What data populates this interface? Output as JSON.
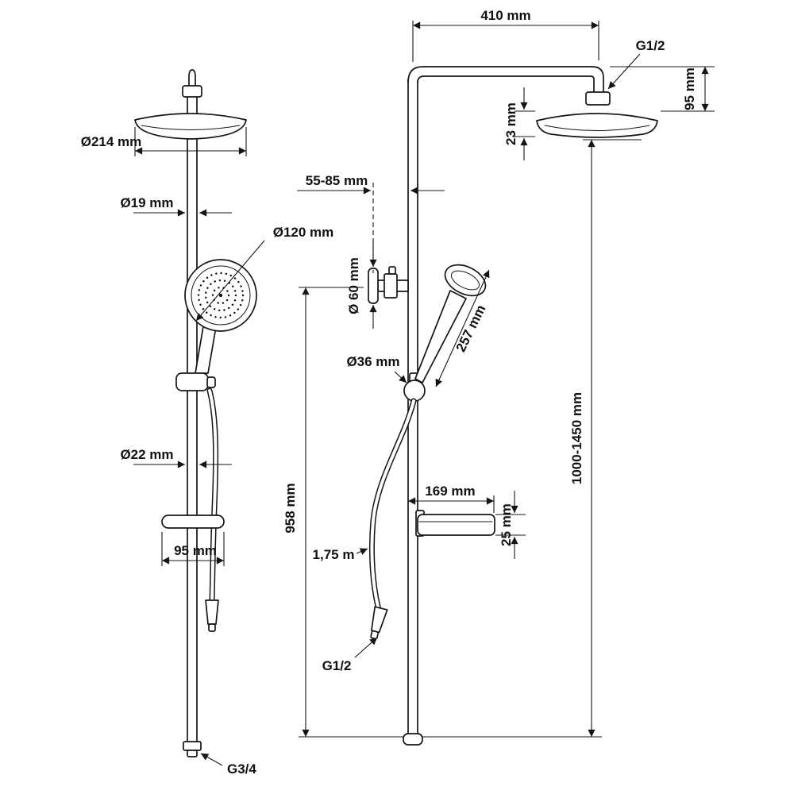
{
  "drawing": {
    "type": "technical-dimension-drawing",
    "subject": "shower-column-system",
    "background": "#ffffff",
    "line_color": "#151515"
  },
  "labels": {
    "top_width": "410 mm",
    "top_thread": "G1/2",
    "head_drop": "95 mm",
    "head_thickness": "23 mm",
    "head_diameter": "Ø214 mm",
    "pipe_diameter": "Ø19 mm",
    "hand_shower_diameter": "Ø120 mm",
    "wall_distance": "55-85 mm",
    "flange_diameter": "Ø 60 mm",
    "hand_shower_length": "257 mm",
    "diverter_diameter": "Ø36 mm",
    "rail_height": "958 mm",
    "total_height": "1000-1450 mm",
    "shelf_length": "169 mm",
    "shelf_thickness": "25 mm",
    "shelf_width": "95 mm",
    "lower_pipe_diameter": "Ø22 mm",
    "hose_length": "1,75 m",
    "hose_thread": "G1/2",
    "bottom_thread": "G3/4"
  }
}
